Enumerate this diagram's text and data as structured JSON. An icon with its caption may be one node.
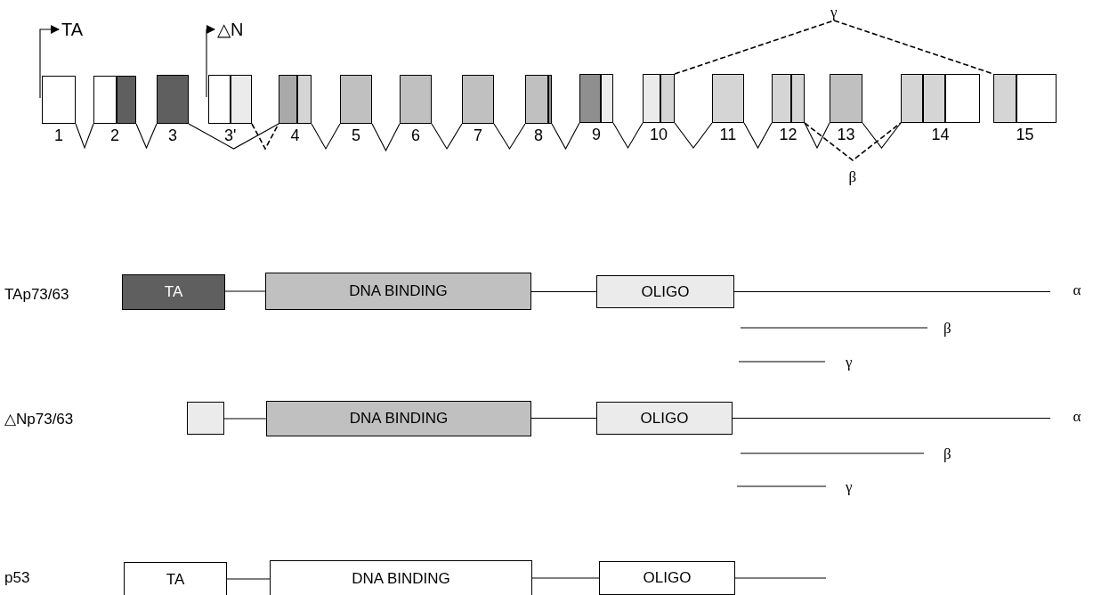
{
  "diagram": {
    "nodes": [
      {
        "text": [],
        "shape": "box",
        "beside": [
          "1"
        ]
      },
      {
        "text": [],
        "shape": "box",
        "beside": [
          "2"
        ]
      },
      {
        "text": [],
        "shape": "box",
        "beside": [
          "3"
        ]
      },
      {
        "text": [],
        "shape": "box",
        "beside": [
          "3'"
        ]
      },
      {
        "text": [],
        "shape": "box",
        "beside": [
          "4"
        ]
      },
      {
        "text": [],
        "shape": "box",
        "beside": [
          "5"
        ]
      },
      {
        "text": [],
        "shape": "box",
        "beside": [
          "6"
        ]
      },
      {
        "text": [],
        "shape": "box",
        "beside": [
          "7"
        ]
      },
      {
        "text": [],
        "shape": "box",
        "beside": [
          "8"
        ]
      },
      {
        "text": [],
        "shape": "box",
        "beside": [
          "9"
        ]
      },
      {
        "text": [],
        "shape": "box",
        "beside": [
          "10"
        ]
      },
      {
        "text": [],
        "shape": "box",
        "beside": [
          "11"
        ]
      },
      {
        "text": [],
        "shape": "box",
        "beside": [
          "12"
        ]
      },
      {
        "text": [],
        "shape": "box",
        "beside": [
          "13"
        ]
      },
      {
        "text": [],
        "shape": "box",
        "beside": [
          "14"
        ]
      },
      {
        "text": [],
        "shape": "box",
        "beside": [
          "15"
        ]
      },
      {
        "text": [
          "TA"
        ]
      },
      {
        "text": [
          "△N"
        ]
      },
      {
        "text": [
          "TA"
        ]
      },
      {
        "text": [
          "DNA BINDING"
        ]
      },
      {
        "text": [
          "OLIGO"
        ]
      },
      {
        "text": [],
        "shape": "box"
      },
      {
        "text": [
          "DNA BINDING"
        ]
      },
      {
        "text": [
          "OLIGO"
        ]
      },
      {
        "text": [
          "TA"
        ]
      },
      {
        "text": [
          "DNA BINDING"
        ]
      },
      {
        "text": [
          "OLIGO"
        ]
      }
    ],
    "edges": [
      {
        "from": 0,
        "to": 16,
        "arrow": "to"
      },
      {
        "from": 3,
        "to": 17,
        "arrow": "to"
      },
      {
        "from": 0,
        "to": 1,
        "arrow": "none"
      },
      {
        "from": 1,
        "to": 2,
        "arrow": "none"
      },
      {
        "from": 2,
        "to": 4,
        "arrow": "none"
      },
      {
        "from": 3,
        "to": 4,
        "arrow": "none",
        "style": "dashed"
      },
      {
        "from": 4,
        "to": 5,
        "arrow": "none"
      },
      {
        "from": 5,
        "to": 6,
        "arrow": "none"
      },
      {
        "from": 6,
        "to": 7,
        "arrow": "none"
      },
      {
        "from": 7,
        "to": 8,
        "arrow": "none"
      },
      {
        "from": 8,
        "to": 9,
        "arrow": "none"
      },
      {
        "from": 9,
        "to": 10,
        "arrow": "none"
      },
      {
        "from": 10,
        "to": 15,
        "arrow": "none",
        "style": "dashed",
        "label": "γ"
      },
      {
        "from": 10,
        "to": 11,
        "arrow": "none"
      },
      {
        "from": 11,
        "to": 12,
        "arrow": "none"
      },
      {
        "from": 12,
        "to": 13,
        "arrow": "none"
      },
      {
        "from": 12,
        "to": 14,
        "arrow": "none",
        "style": "dashed",
        "label": "β"
      },
      {
        "from": 13,
        "to": 14,
        "arrow": "none"
      },
      {
        "from": 18,
        "to": 19,
        "arrow": "none"
      },
      {
        "from": 19,
        "to": 20,
        "arrow": "none"
      },
      {
        "from": 20,
        "to": null,
        "arrow": "none",
        "label": "α"
      },
      {
        "from": 21,
        "to": 22,
        "arrow": "none"
      },
      {
        "from": 22,
        "to": 23,
        "arrow": "none"
      },
      {
        "from": 23,
        "to": null,
        "arrow": "none",
        "label": "α"
      },
      {
        "from": 24,
        "to": 25,
        "arrow": "none"
      },
      {
        "from": 25,
        "to": 26,
        "arrow": "none"
      },
      {
        "from": 26,
        "to": null,
        "arrow": "none"
      }
    ],
    "labels": [
      "TAp73/63",
      "β",
      "γ",
      "△Np73/63",
      "β",
      "γ",
      "p53"
    ]
  }
}
